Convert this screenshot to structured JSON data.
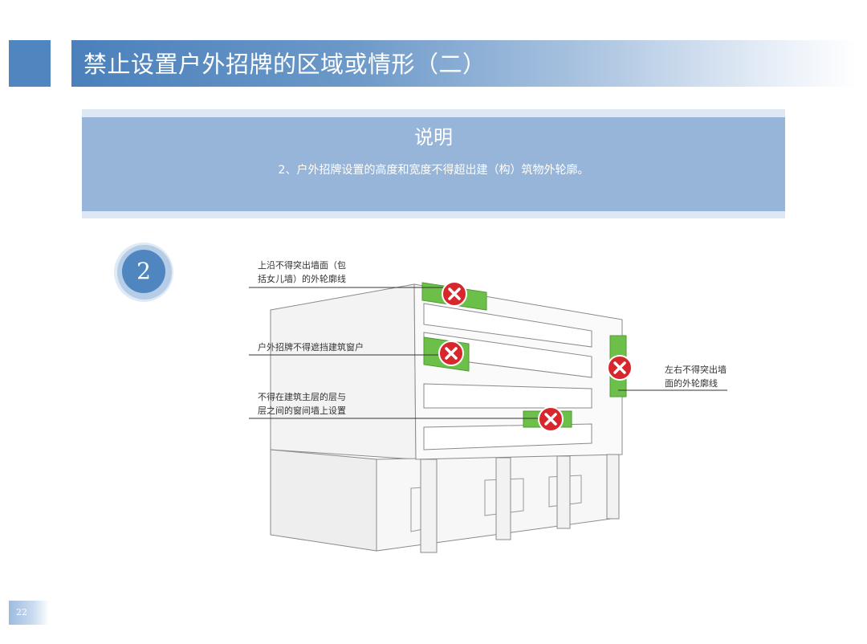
{
  "title": "禁止设置户外招牌的区域或情形（二）",
  "note": {
    "heading": "说明",
    "body": "2、户外招牌设置的高度和宽度不得超出建（构）筑物外轮廓。"
  },
  "step_number": "2",
  "callouts": {
    "top_edge": [
      "上沿不得突出墙面（包",
      "括女儿墙）的外轮廓线"
    ],
    "window": [
      "户外招牌不得遮挡建筑窗户"
    ],
    "between_floors": [
      "不得在建筑主层的层与",
      "层之间的窗间墙上设置"
    ],
    "left_right": [
      "左右不得突出墙",
      "面的外轮廓线"
    ]
  },
  "colors": {
    "brand_blue": "#4f86bf",
    "panel_blue": "#96b5d8",
    "sign_green": "#6cc04a",
    "prohibit_red": "#d7262c"
  },
  "icons": [
    "prohibit-x-icon"
  ],
  "page_number": "22"
}
